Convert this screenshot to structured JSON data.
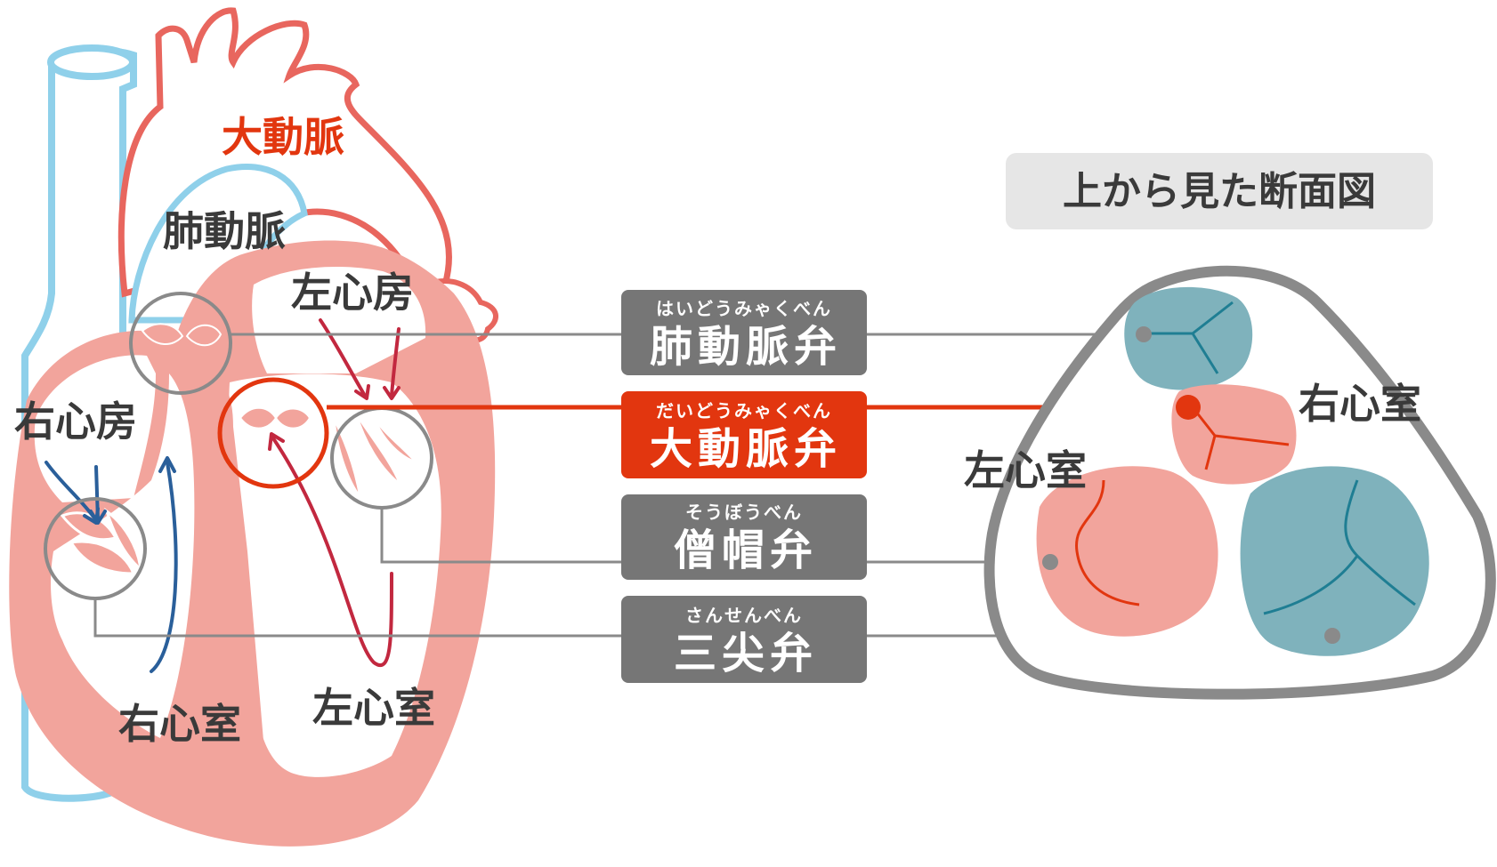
{
  "heart": {
    "aorta": "大動脈",
    "pulmonary_artery": "肺動脈",
    "left_atrium": "左心房",
    "right_atrium": "右心房",
    "right_ventricle": "右心室",
    "left_ventricle": "左心室"
  },
  "valves": [
    {
      "ruby": "はいどうみゃくべん",
      "name": "肺動脈弁",
      "highlight": false
    },
    {
      "ruby": "だいどうみゃくべん",
      "name": "大動脈弁",
      "highlight": true
    },
    {
      "ruby": "そうぼうべん",
      "name": "僧帽弁",
      "highlight": false
    },
    {
      "ruby": "さんせんべん",
      "name": "三尖弁",
      "highlight": false
    }
  ],
  "cross_section": {
    "title": "上から見た断面図",
    "right_ventricle": "右心室",
    "left_ventricle": "左心室"
  },
  "colors": {
    "heart_pink": "#f2a49c",
    "heart_red_outline": "#e8665e",
    "vessel_blue": "#8fd0ea",
    "highlight_red": "#e2360f",
    "box_gray": "#767676",
    "valve_teal": "#7fb2bc",
    "outline_gray": "#8a8a8a",
    "arrow_blue": "#2a5f9a",
    "arrow_crimson": "#c2283f"
  }
}
